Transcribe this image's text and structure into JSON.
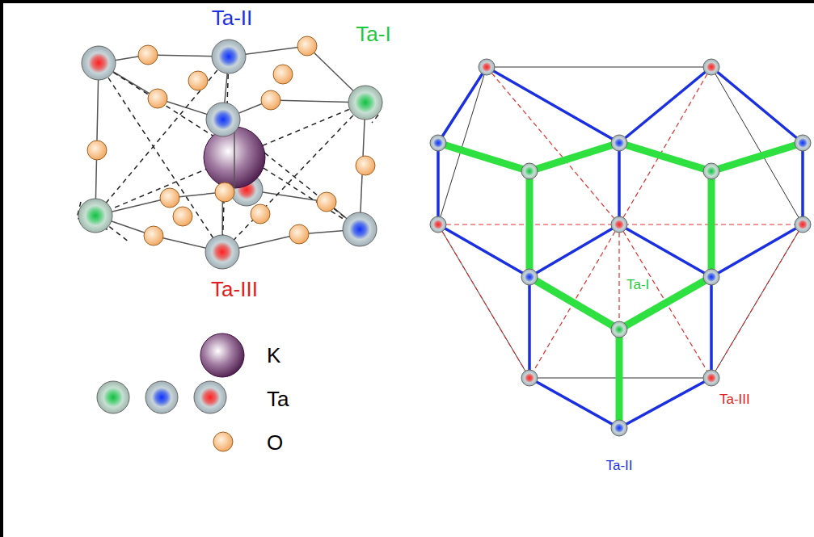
{
  "diagram": {
    "labels": [
      "Ta-II",
      "Ta-I",
      "Ta-III",
      "Ta-I",
      "Ta-III",
      "Ta-II"
    ],
    "legend": [
      {
        "text": "K"
      },
      {
        "text": "Ta"
      },
      {
        "text": "O"
      }
    ]
  }
}
